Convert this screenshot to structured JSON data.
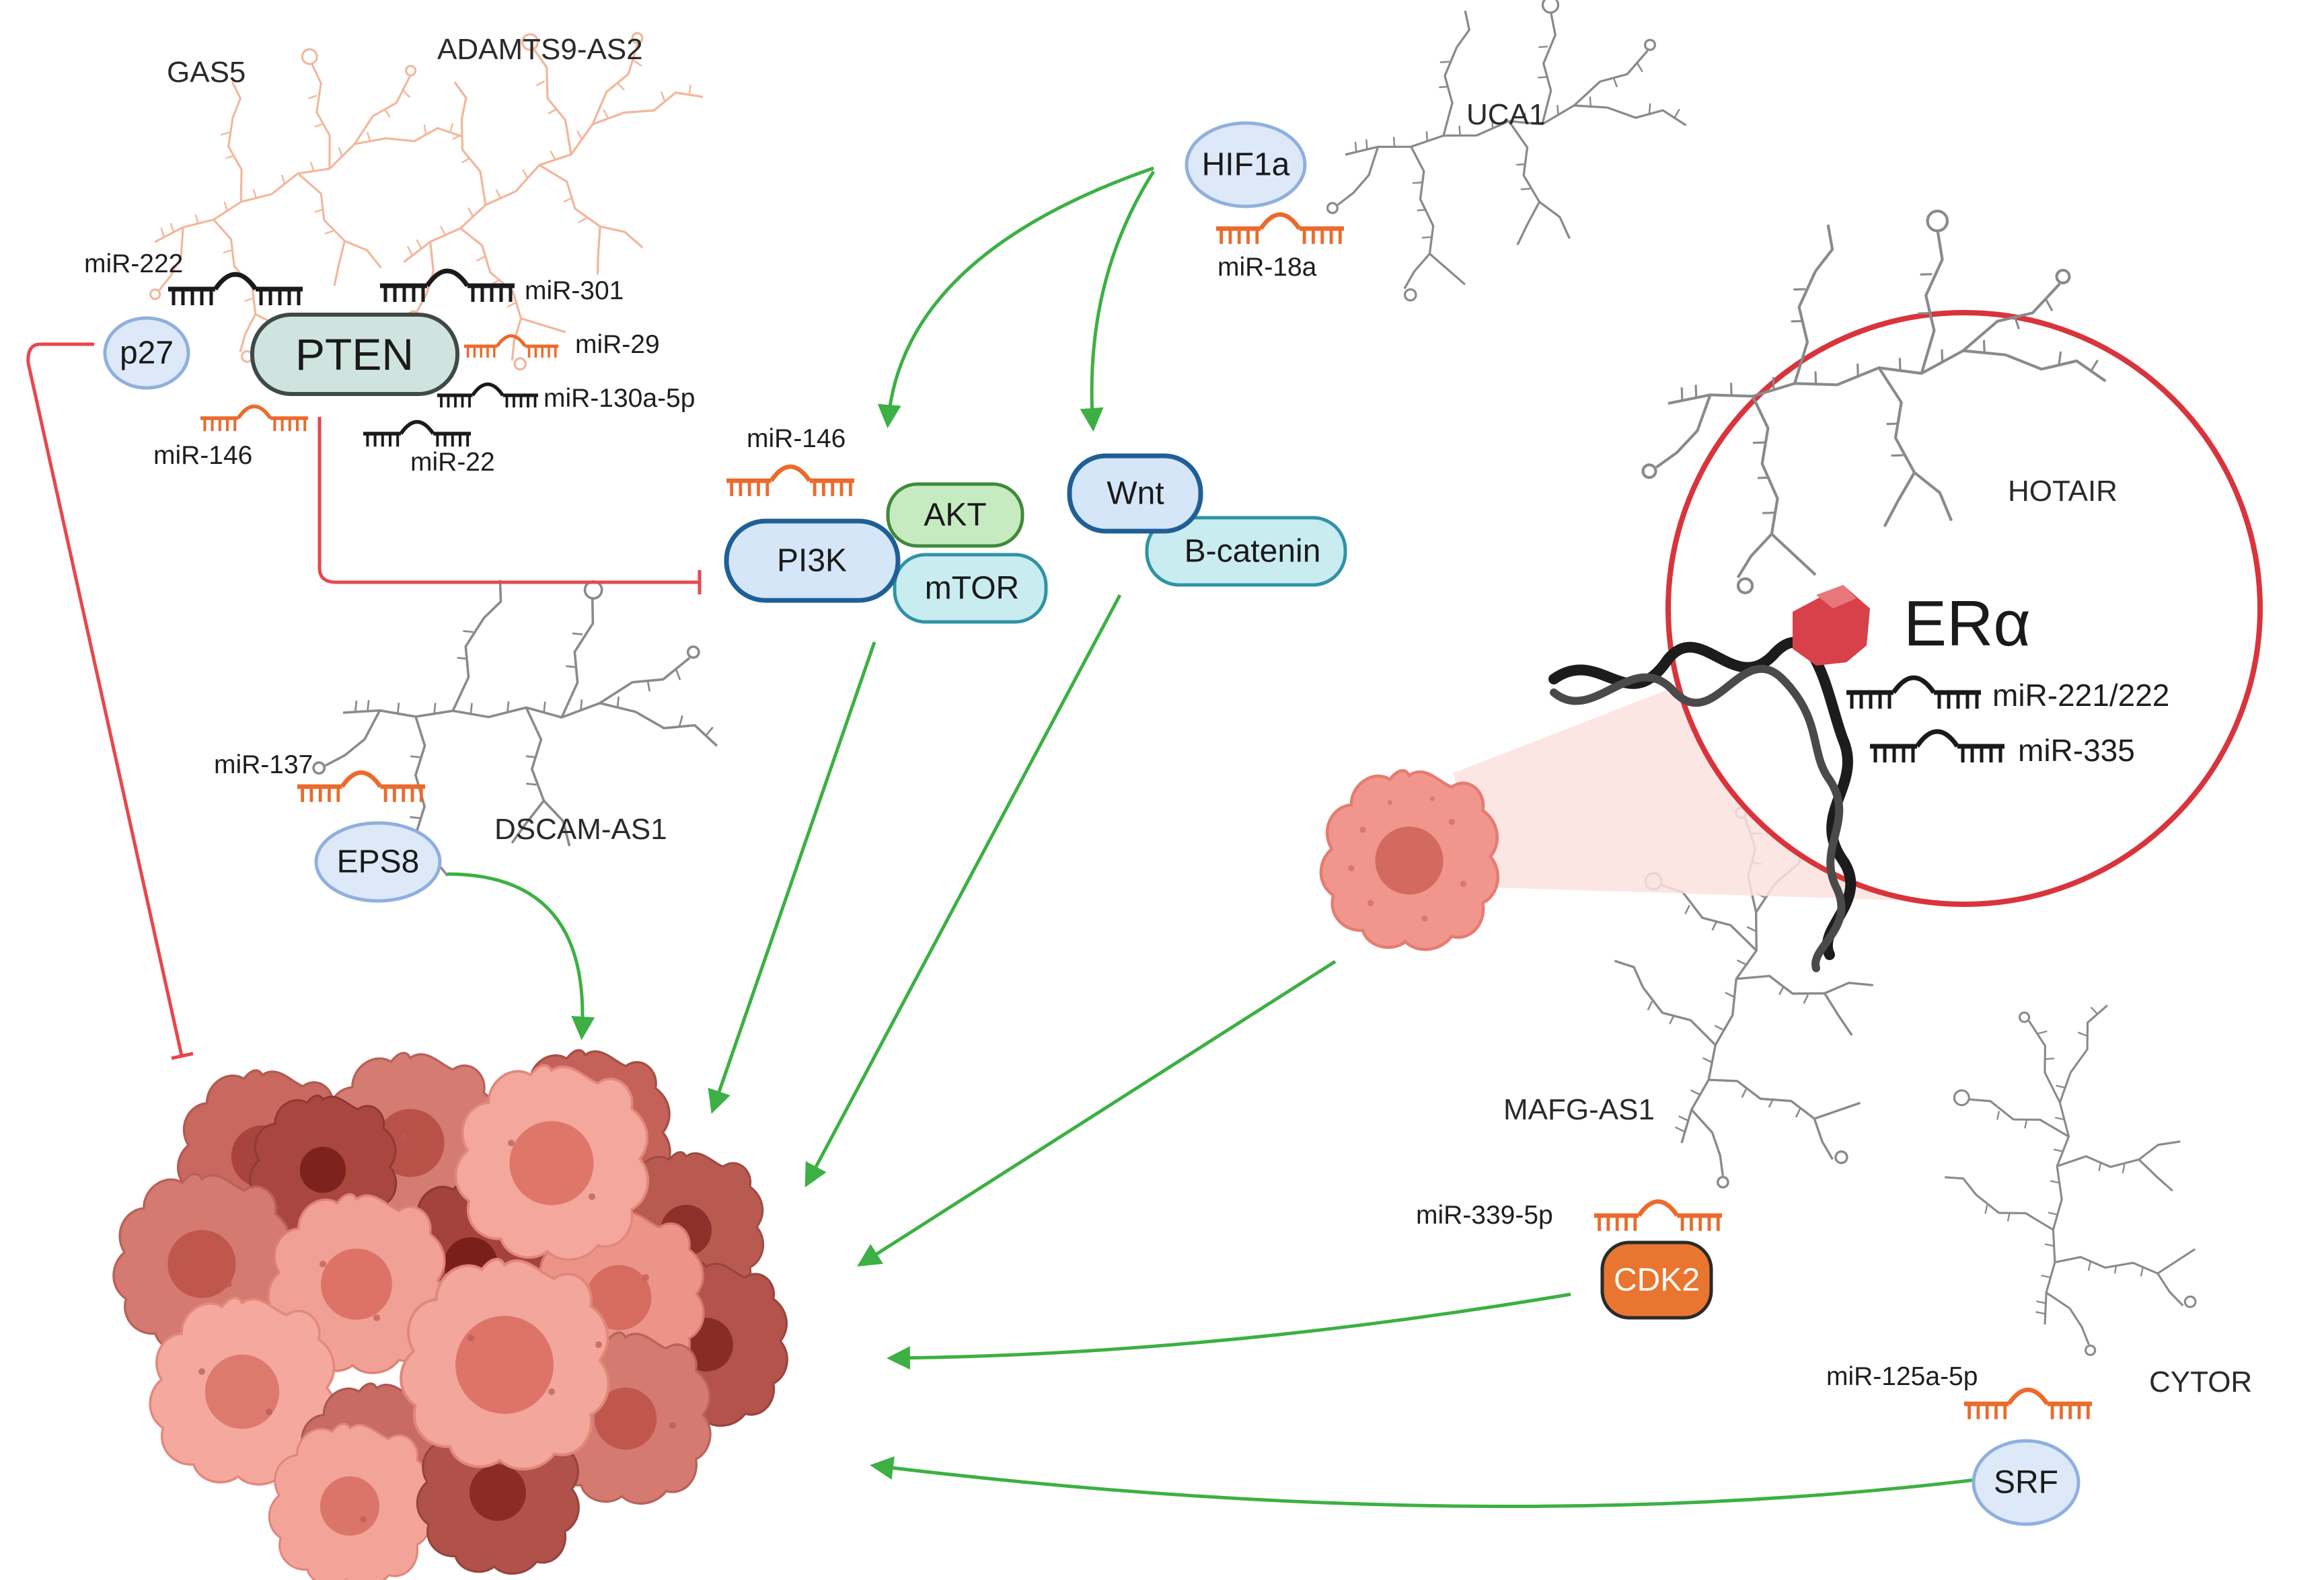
{
  "lncrnas": {
    "gas5": "GAS5",
    "adamts9_as2": "ADAMTS9-AS2",
    "uca1": "UCA1",
    "hotair": "HOTAIR",
    "dscam_as1": "DSCAM-AS1",
    "mafg_as1": "MAFG-AS1",
    "cytor": "CYTOR"
  },
  "mirnas": {
    "mir_222": "miR-222",
    "mir_301": "miR-301",
    "mir_29": "miR-29",
    "mir_130a_5p": "miR-130a-5p",
    "mir_146_top": "miR-146",
    "mir_22": "miR-22",
    "mir_18a": "miR-18a",
    "mir_146_pi3k": "miR-146",
    "mir_137": "miR-137",
    "mir_221_222": "miR-221/222",
    "mir_335": "miR-335",
    "mir_339_5p": "miR-339-5p",
    "mir_125a_5p": "miR-125a-5p"
  },
  "proteins": {
    "p27": "p27",
    "pten": "PTEN",
    "hif1a": "HIF1a",
    "pi3k": "PI3K",
    "akt": "AKT",
    "mtor": "mTOR",
    "wnt": "Wnt",
    "b_catenin": "B-catenin",
    "eps8": "EPS8",
    "era": "ERα",
    "cdk2": "CDK2",
    "srf": "SRF"
  },
  "colors": {
    "activation_arrow": "#3cb043",
    "inhibition_line": "#e8474c",
    "mirna_black": "#1a1a1a",
    "mirna_orange": "#ec6a2c",
    "lncrna_peach": "#f2b79b",
    "lncrna_gray": "#8a8a8a",
    "node_blue_fill": "#dde9f8",
    "node_blue_stroke": "#8fb0de",
    "pten_fill": "#cfe3df",
    "pi3k_fill": "#d4e6f8",
    "pi3k_stroke": "#1f5f97",
    "akt_fill": "#c7ebc1",
    "akt_stroke": "#3f8a3a",
    "mtor_fill": "#c9ecf1",
    "mtor_stroke": "#2f93a6",
    "cdk2_fill": "#ea7530",
    "cell_pink": "#f1968c",
    "cell_nucleus": "#d26a5f",
    "era_red": "#d8404a",
    "hotair_circle": "#d9343c"
  },
  "icons": {
    "lncrna_structure": "rna-secondary-structure-icon",
    "mirna_duplex": "mirna-duplex-icon",
    "cancer_cell": "cancer-cell-icon",
    "tumor_mass": "tumor-cluster-icon",
    "dna_helix": "dna-double-helix-icon",
    "receptor": "estrogen-receptor-icon"
  }
}
